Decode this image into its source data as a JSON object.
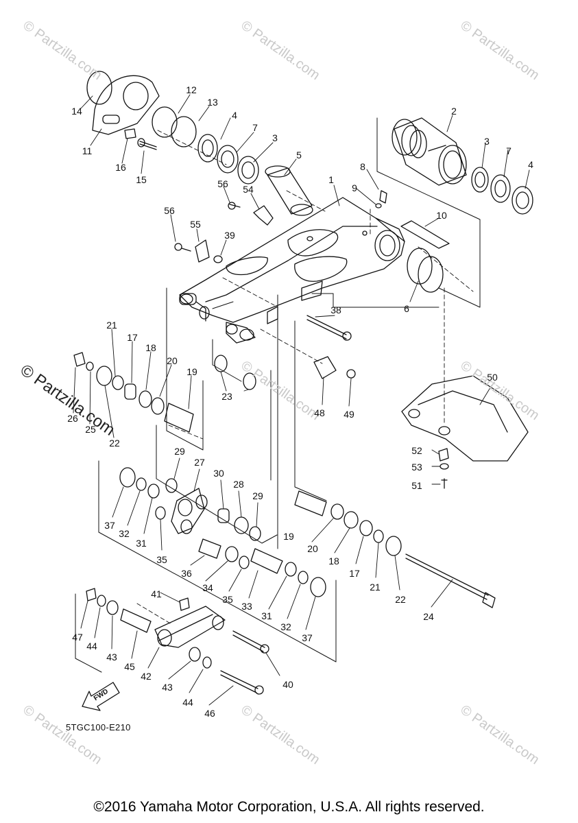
{
  "watermark": {
    "text": "© Partzilla.com",
    "color": "#c9c9c9"
  },
  "diagram_code": "5TGC100-E210",
  "fwd_label": "FWD",
  "copyright": "©2016 Yamaha Motor Corporation, U.S.A. All rights reserved.",
  "callouts": [
    {
      "id": "c1",
      "text": "1"
    },
    {
      "id": "c2",
      "text": "2"
    },
    {
      "id": "c3a",
      "text": "3"
    },
    {
      "id": "c3b",
      "text": "3"
    },
    {
      "id": "c4a",
      "text": "4"
    },
    {
      "id": "c4b",
      "text": "4"
    },
    {
      "id": "c5",
      "text": "5"
    },
    {
      "id": "c6",
      "text": "6"
    },
    {
      "id": "c7a",
      "text": "7"
    },
    {
      "id": "c7b",
      "text": "7"
    },
    {
      "id": "c8",
      "text": "8"
    },
    {
      "id": "c9",
      "text": "9"
    },
    {
      "id": "c10",
      "text": "10"
    },
    {
      "id": "c11",
      "text": "11"
    },
    {
      "id": "c12",
      "text": "12"
    },
    {
      "id": "c13",
      "text": "13"
    },
    {
      "id": "c14",
      "text": "14"
    },
    {
      "id": "c15",
      "text": "15"
    },
    {
      "id": "c16",
      "text": "16"
    },
    {
      "id": "c17a",
      "text": "17"
    },
    {
      "id": "c17b",
      "text": "17"
    },
    {
      "id": "c18a",
      "text": "18"
    },
    {
      "id": "c18b",
      "text": "18"
    },
    {
      "id": "c19a",
      "text": "19"
    },
    {
      "id": "c19b",
      "text": "19"
    },
    {
      "id": "c20a",
      "text": "20"
    },
    {
      "id": "c20b",
      "text": "20"
    },
    {
      "id": "c21a",
      "text": "21"
    },
    {
      "id": "c21b",
      "text": "21"
    },
    {
      "id": "c22a",
      "text": "22"
    },
    {
      "id": "c22b",
      "text": "22"
    },
    {
      "id": "c23",
      "text": "23"
    },
    {
      "id": "c24",
      "text": "24"
    },
    {
      "id": "c25",
      "text": "25"
    },
    {
      "id": "c26",
      "text": "26"
    },
    {
      "id": "c27",
      "text": "27"
    },
    {
      "id": "c28",
      "text": "28"
    },
    {
      "id": "c29a",
      "text": "29"
    },
    {
      "id": "c29b",
      "text": "29"
    },
    {
      "id": "c30",
      "text": "30"
    },
    {
      "id": "c31a",
      "text": "31"
    },
    {
      "id": "c31b",
      "text": "31"
    },
    {
      "id": "c32a",
      "text": "32"
    },
    {
      "id": "c32b",
      "text": "32"
    },
    {
      "id": "c33",
      "text": "33"
    },
    {
      "id": "c34",
      "text": "34"
    },
    {
      "id": "c35a",
      "text": "35"
    },
    {
      "id": "c35b",
      "text": "35"
    },
    {
      "id": "c36",
      "text": "36"
    },
    {
      "id": "c37a",
      "text": "37"
    },
    {
      "id": "c37b",
      "text": "37"
    },
    {
      "id": "c38",
      "text": "38"
    },
    {
      "id": "c39",
      "text": "39"
    },
    {
      "id": "c40",
      "text": "40"
    },
    {
      "id": "c41",
      "text": "41"
    },
    {
      "id": "c42",
      "text": "42"
    },
    {
      "id": "c43a",
      "text": "43"
    },
    {
      "id": "c43b",
      "text": "43"
    },
    {
      "id": "c44a",
      "text": "44"
    },
    {
      "id": "c44b",
      "text": "44"
    },
    {
      "id": "c45",
      "text": "45"
    },
    {
      "id": "c46",
      "text": "46"
    },
    {
      "id": "c47",
      "text": "47"
    },
    {
      "id": "c48",
      "text": "48"
    },
    {
      "id": "c49",
      "text": "49"
    },
    {
      "id": "c50",
      "text": "50"
    },
    {
      "id": "c51",
      "text": "51"
    },
    {
      "id": "c52",
      "text": "52"
    },
    {
      "id": "c53",
      "text": "53"
    },
    {
      "id": "c54",
      "text": "54"
    },
    {
      "id": "c55",
      "text": "55"
    },
    {
      "id": "c56a",
      "text": "56"
    },
    {
      "id": "c56b",
      "text": "56"
    }
  ]
}
